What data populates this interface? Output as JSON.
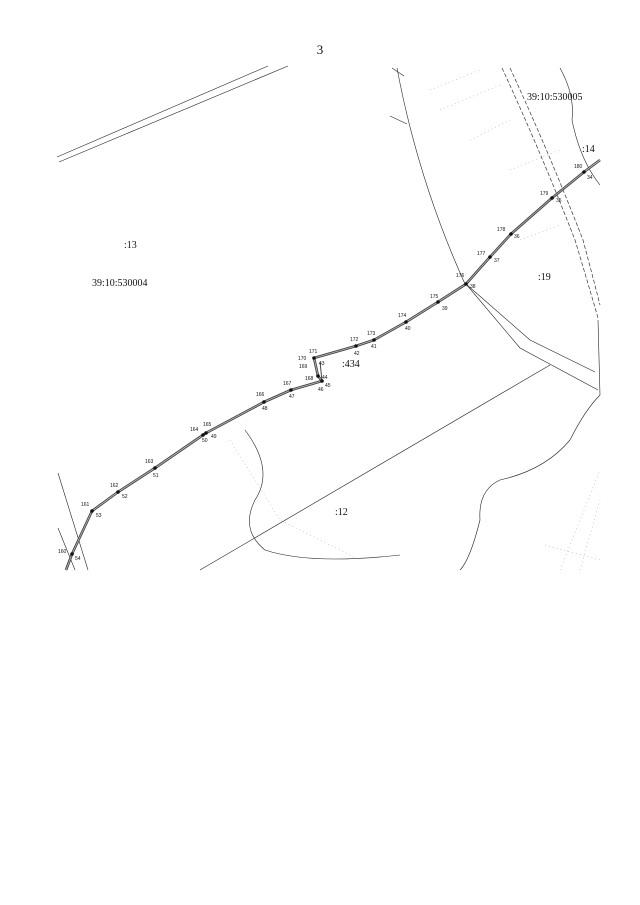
{
  "page_number": "3",
  "parcels": {
    "p13": ":13",
    "p14": ":14",
    "p19": ":19",
    "p12": ":12",
    "p434": ":434"
  },
  "quarters": {
    "q4": "39:10:530004",
    "q5": "39:10:530005"
  },
  "boundary_points": [
    {
      "n": "180",
      "m": "34"
    },
    {
      "n": "179",
      "m": "35"
    },
    {
      "n": "178",
      "m": "36"
    },
    {
      "n": "177",
      "m": "37"
    },
    {
      "n": "176",
      "m": "38"
    },
    {
      "n": "175",
      "m": "39"
    },
    {
      "n": "174",
      "m": "40"
    },
    {
      "n": "173",
      "m": "41"
    },
    {
      "n": "172",
      "m": "42"
    },
    {
      "n": "171",
      "m": ""
    },
    {
      "n": "170",
      "m": "43"
    },
    {
      "n": "169",
      "m": ""
    },
    {
      "n": "168",
      "m": "44"
    },
    {
      "n": "",
      "m": "45"
    },
    {
      "n": "",
      "m": "46"
    },
    {
      "n": "167",
      "m": "47"
    },
    {
      "n": "166",
      "m": "48"
    },
    {
      "n": "165",
      "m": "49"
    },
    {
      "n": "164",
      "m": "50"
    },
    {
      "n": "163",
      "m": "51"
    },
    {
      "n": "162",
      "m": "52"
    },
    {
      "n": "161",
      "m": "53"
    },
    {
      "n": "160",
      "m": "54"
    }
  ]
}
